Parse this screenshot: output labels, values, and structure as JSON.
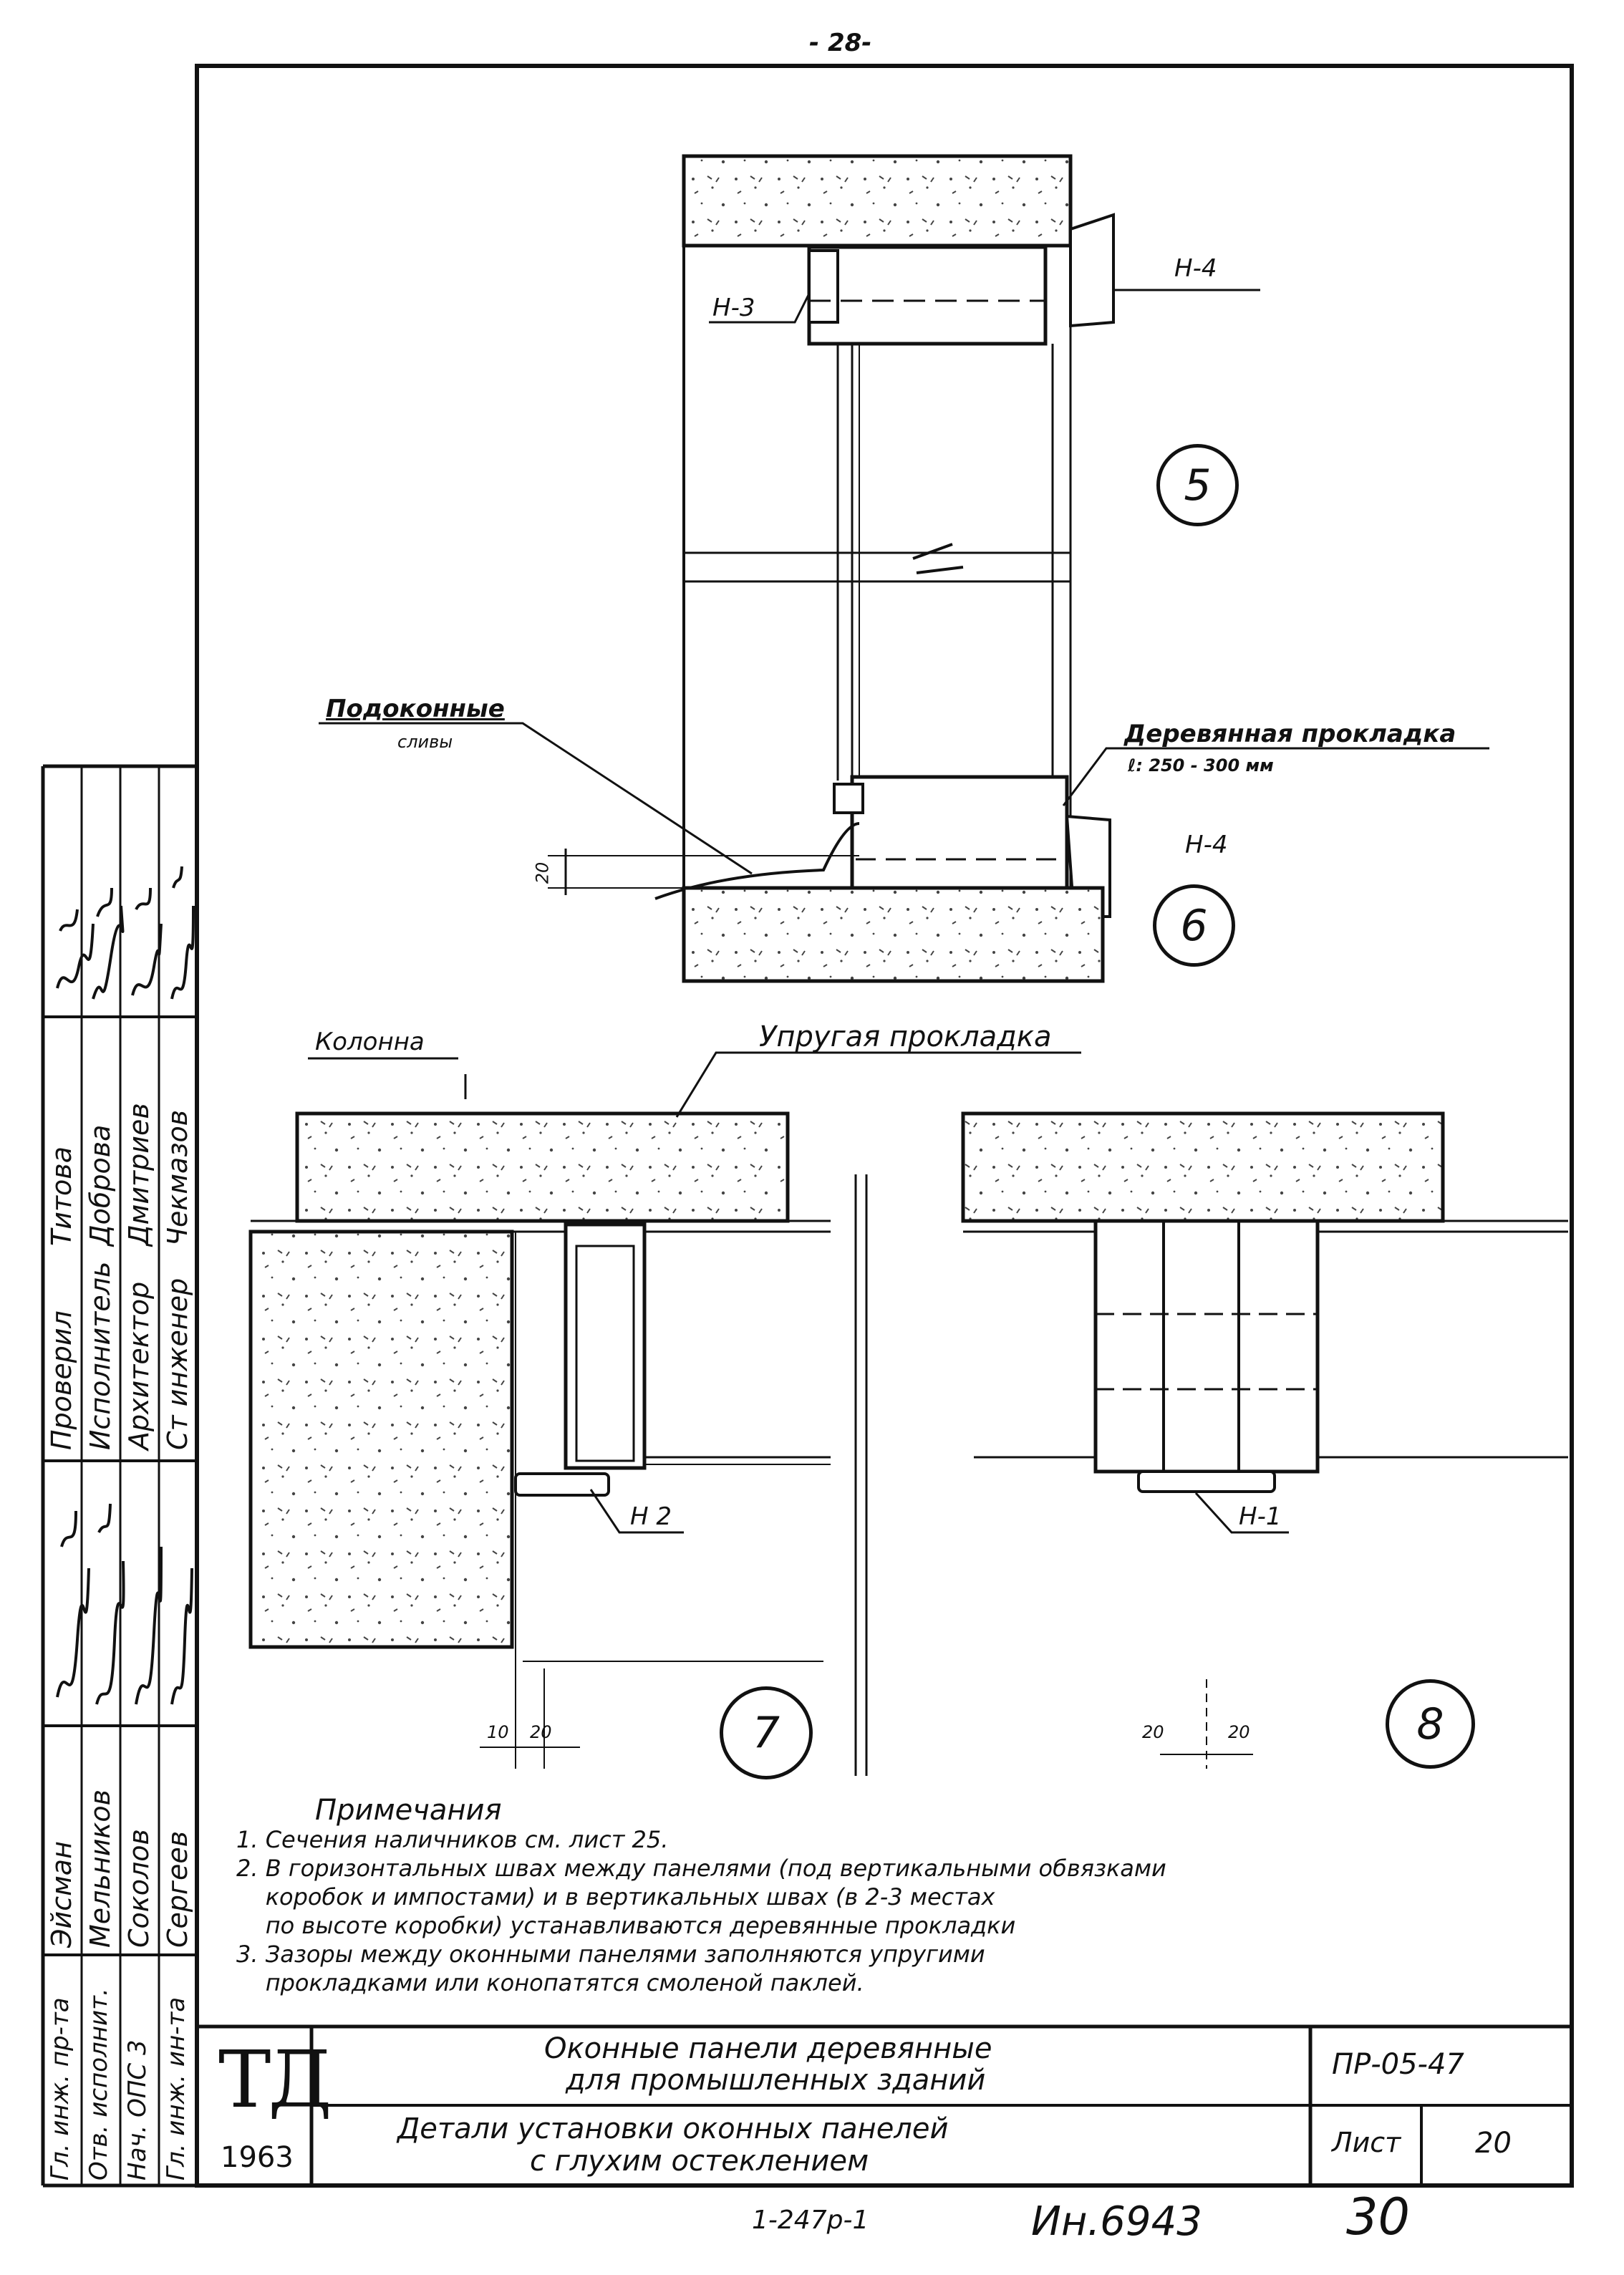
{
  "page_number": "- 28-",
  "detail_numbers": {
    "d5": "5",
    "d6": "6",
    "d7": "7",
    "d8": "8"
  },
  "labels": {
    "n4_top": "Н-4",
    "n3": "Н-3",
    "sill_drain_1": "Подоконные",
    "sill_drain_2": "сливы",
    "wood_pad": "Деревянная прокладка",
    "wood_pad_len": "ℓ: 250 - 300 мм",
    "n4_mid": "Н-4",
    "dim_20_vert": "20",
    "column": "Колонна",
    "elastic_pad": "Упругая прокладка",
    "n2": "Н 2",
    "n1": "Н-1",
    "dim_10": "10",
    "dim_20_a": "20",
    "dim_20_b": "20",
    "dim_20_c": "20"
  },
  "notes": {
    "title": "Примечания",
    "items": [
      "1. Сечения наличников см. лист 25.",
      "2. В горизонтальных швах между панелями (под вертикальными обвязками",
      "    коробок и импостами) и в вертикальных швах (в 2-3 местах",
      "    по высоте коробки) устанавливаются деревянные прокладки",
      "3. Зазоры между оконными панелями заполняются упругими",
      "    прокладками или конопатятся смоленой паклей."
    ]
  },
  "title_block": {
    "logo": "ТД",
    "year": "1963",
    "title_line1": "Оконные панели деревянные",
    "title_line2": "для промышленных зданий",
    "subtitle_line1": "Детали установки оконных панелей",
    "subtitle_line2": "с глухим остеклением",
    "code": "ПР-05-47",
    "sheet_label": "Лист",
    "sheet_number": "20"
  },
  "signatures": {
    "top_rows": [
      {
        "role": "Ст инженер",
        "name": "Чекмазов",
        "sign": "signature"
      },
      {
        "role": "Архитектор",
        "name": "Дмитриев",
        "sign": "signature"
      },
      {
        "role": "Исполнитель",
        "name": "Доброва",
        "sign": "signature"
      },
      {
        "role": "Проверил",
        "name": "Титова",
        "sign": "signature"
      }
    ],
    "bottom_rows": [
      {
        "role": "Гл. инж. ин-та",
        "name": "Сергеев"
      },
      {
        "role": "Нач. ОПС 3",
        "name": "Соколов"
      },
      {
        "role": "Отв. исполнит.",
        "name": "Мельников"
      },
      {
        "role": "Гл. инж. пр-та",
        "name": "Эйсман"
      }
    ]
  },
  "footer": {
    "project": "1-247р-1",
    "inventory": "Ин.6943",
    "page": "30"
  }
}
